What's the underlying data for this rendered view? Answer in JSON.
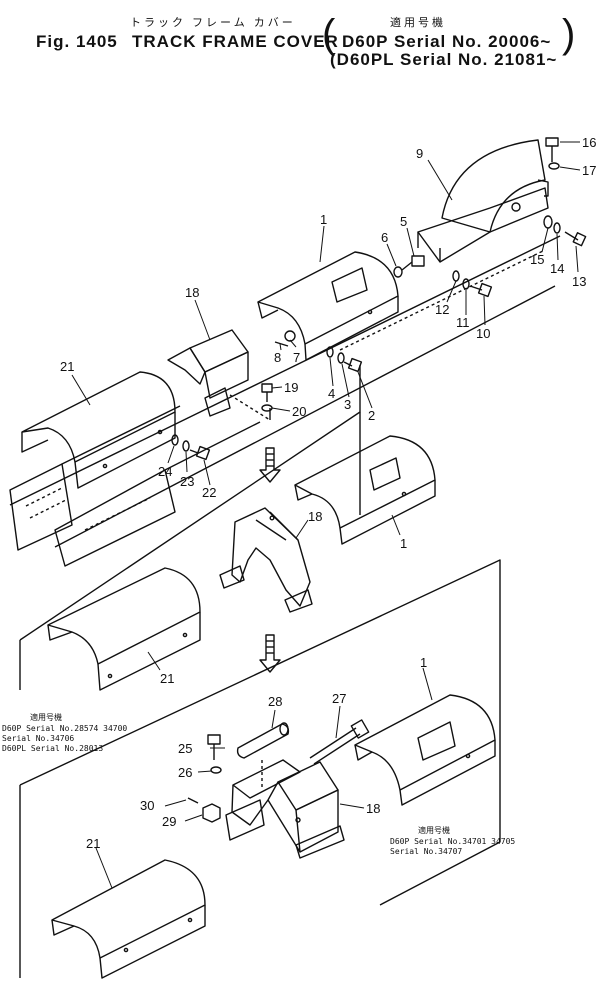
{
  "header": {
    "jp_title": "トラック フレーム カバー",
    "jp_applicable": "適用号機",
    "fig": "Fig. 1405",
    "title": "TRACK FRAME COVER",
    "serial_line1": "D60P  Serial No. 20006~",
    "serial_line2": "(D60PL Serial No. 21081~"
  },
  "notes": {
    "mid_head": "適用号機",
    "mid_1": "D60P  Serial No.28574  34700",
    "mid_2": "      Serial No.34706",
    "mid_3": "D60PL Serial No.28013",
    "bot_head": "適用号機",
    "bot_1": "D60P  Serial No.34701  34705",
    "bot_2": "      Serial No.34707"
  },
  "callouts": [
    "1",
    "2",
    "3",
    "4",
    "5",
    "6",
    "7",
    "8",
    "9",
    "10",
    "11",
    "12",
    "13",
    "14",
    "15",
    "16",
    "17",
    "18",
    "19",
    "20",
    "21",
    "22",
    "23",
    "24",
    "25",
    "26",
    "27",
    "28",
    "29",
    "30"
  ]
}
